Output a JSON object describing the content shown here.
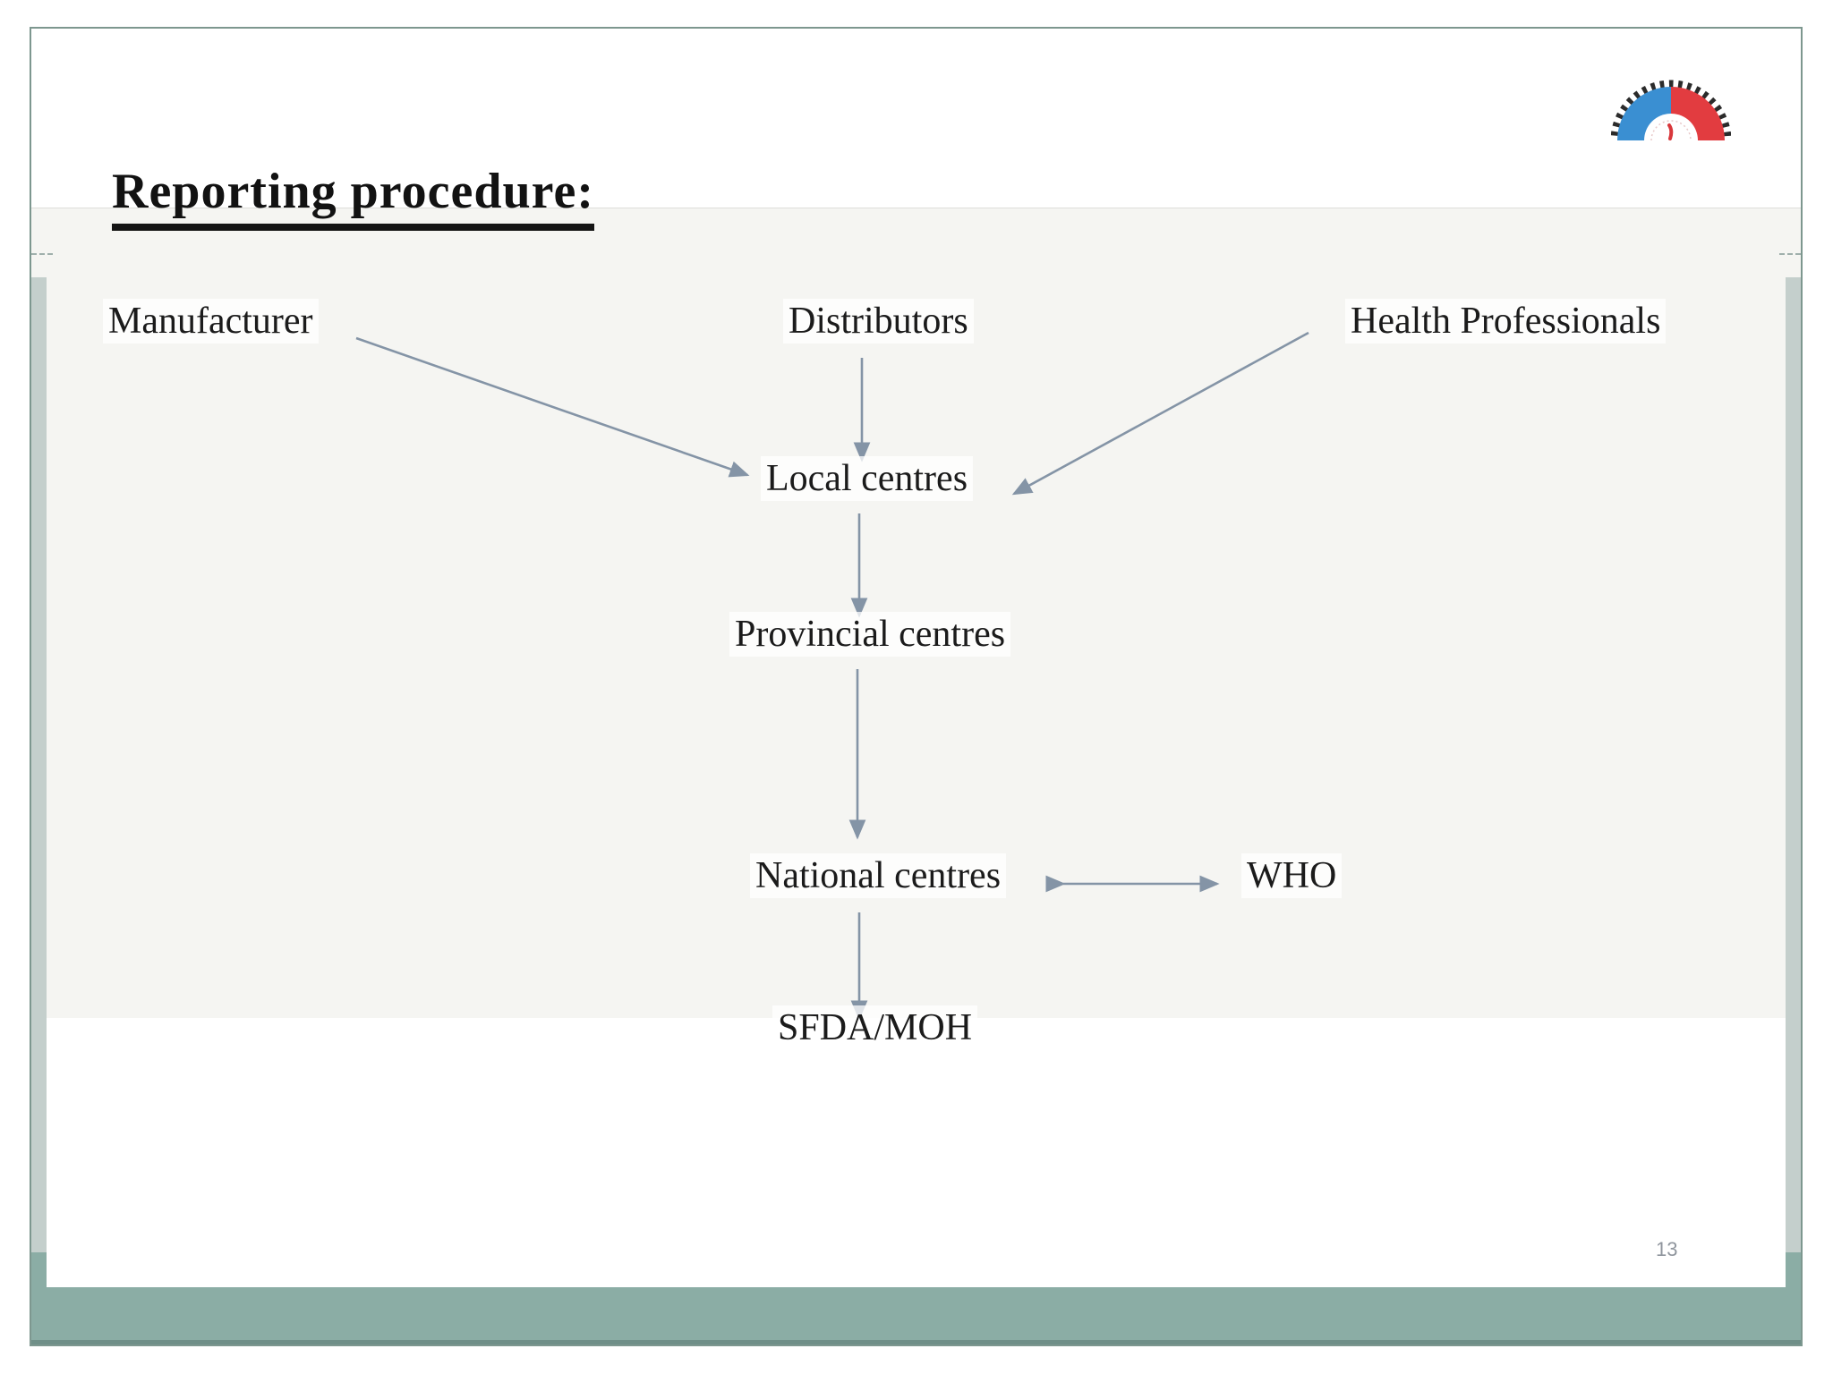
{
  "slide": {
    "title": "Reporting procedure:",
    "page_number": "13"
  },
  "logo": {
    "name": "half-gear-logo",
    "left_color": "#3a8fd2",
    "right_color": "#e23c40",
    "teeth_color": "#2b2b2b"
  },
  "diagram": {
    "line_color": "#8494a6",
    "nodes": [
      {
        "id": "manufacturer",
        "label": "Manufacturer"
      },
      {
        "id": "distributors",
        "label": "Distributors"
      },
      {
        "id": "health-professionals",
        "label": "Health Professionals"
      },
      {
        "id": "local-centres",
        "label": "Local centres"
      },
      {
        "id": "provincial-centres",
        "label": "Provincial centres"
      },
      {
        "id": "national-centres",
        "label": "National centres"
      },
      {
        "id": "who",
        "label": "WHO"
      },
      {
        "id": "sfda-moh",
        "label": "SFDA/MOH"
      }
    ],
    "edges": [
      {
        "from": "manufacturer",
        "to": "local-centres",
        "direction": "one-way"
      },
      {
        "from": "distributors",
        "to": "local-centres",
        "direction": "one-way"
      },
      {
        "from": "health-professionals",
        "to": "local-centres",
        "direction": "one-way"
      },
      {
        "from": "local-centres",
        "to": "provincial-centres",
        "direction": "one-way"
      },
      {
        "from": "provincial-centres",
        "to": "national-centres",
        "direction": "one-way"
      },
      {
        "from": "national-centres",
        "to": "who",
        "direction": "two-way"
      },
      {
        "from": "national-centres",
        "to": "sfda-moh",
        "direction": "one-way"
      }
    ]
  },
  "theme": {
    "frame_border_color": "#7d978f",
    "bottom_band_color": "#8bada5",
    "edge_strip_color": "#c4cfcc"
  }
}
